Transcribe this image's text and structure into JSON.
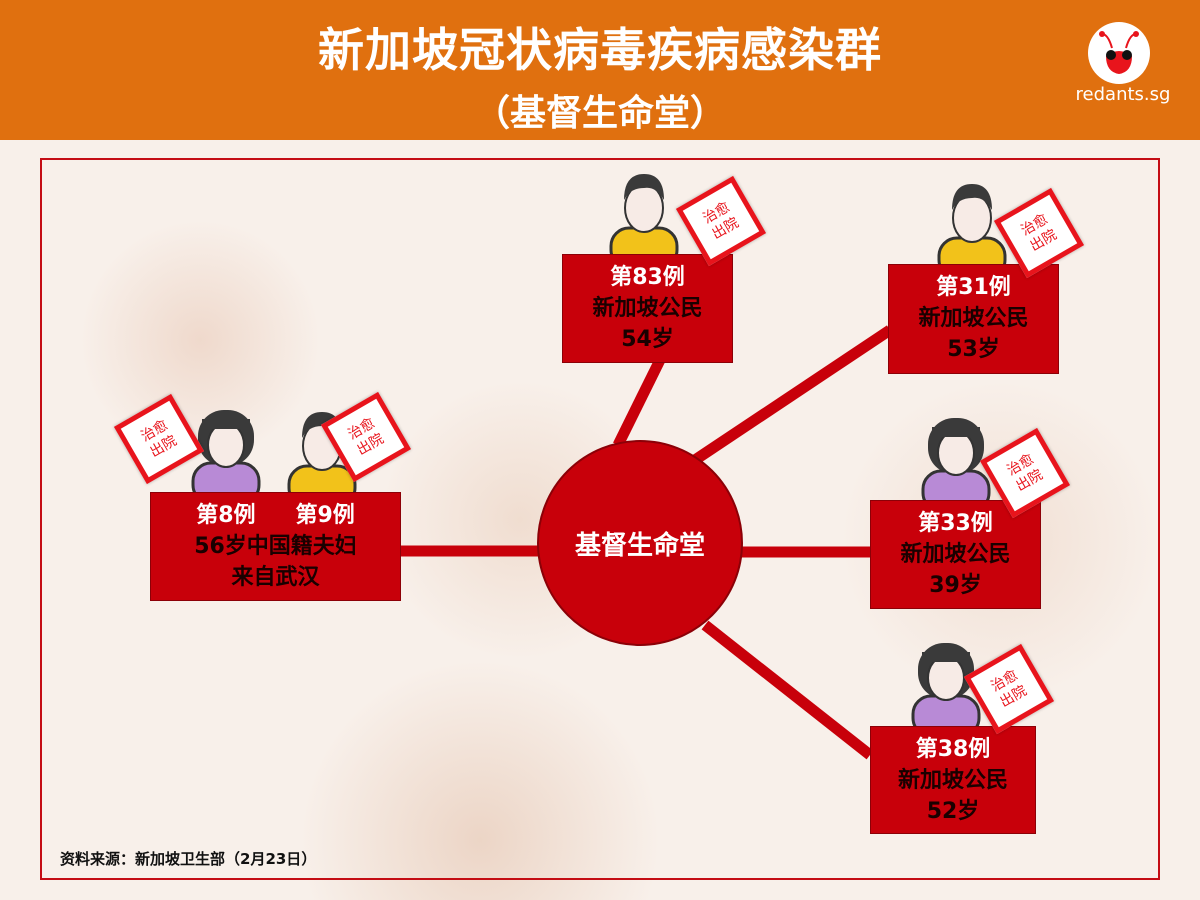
{
  "header": {
    "title": "新加坡冠状病毒疾病感染群",
    "subtitle": "（基督生命堂）",
    "logo_text": "redants.sg"
  },
  "hub": {
    "label": "基督生命堂"
  },
  "stamp": {
    "line1": "治愈",
    "line2": "出院"
  },
  "cases": {
    "c8_9": {
      "num1": "第8例",
      "num2": "第9例",
      "line2": "56岁中国籍夫妇",
      "line3": "来自武汉"
    },
    "c83": {
      "num": "第83例",
      "line2": "新加坡公民",
      "line3": "54岁"
    },
    "c31": {
      "num": "第31例",
      "line2": "新加坡公民",
      "line3": "53岁"
    },
    "c33": {
      "num": "第33例",
      "line2": "新加坡公民",
      "line3": "39岁"
    },
    "c38": {
      "num": "第38例",
      "line2": "新加坡公民",
      "line3": "52岁"
    }
  },
  "source": "资料来源：新加坡卫生部（2月23日）",
  "colors": {
    "header": "#e0700f",
    "red": "#c8000a",
    "female_shirt": "#b88ad6",
    "male_shirt": "#f2c21a"
  }
}
